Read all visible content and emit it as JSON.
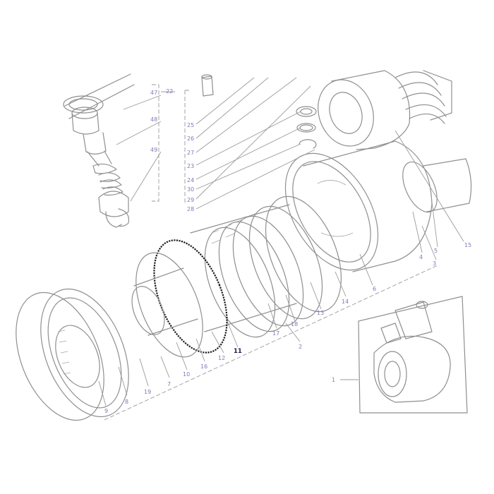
{
  "callouts": {
    "c1": "1",
    "c2": "2",
    "c3": "3",
    "c4": "4",
    "c5": "5",
    "c6": "6",
    "c7": "7",
    "c8": "8",
    "c9": "9",
    "c10": "10",
    "c11": "11",
    "c12": "12",
    "c13": "13",
    "c14": "14",
    "c15": "15",
    "c16": "16",
    "c17": "17",
    "c18": "18",
    "c19": "19",
    "c22": "22",
    "c23": "23",
    "c24": "24",
    "c25": "25",
    "c26": "26",
    "c27": "27",
    "c28": "28",
    "c29": "29",
    "c30": "30",
    "c47": "47",
    "c48": "48",
    "c49": "49"
  },
  "highlighted_part": "11",
  "colors": {
    "line": "#8f8f8f",
    "callout": "#7b7bbb",
    "highlight": "#1a1a1a"
  }
}
